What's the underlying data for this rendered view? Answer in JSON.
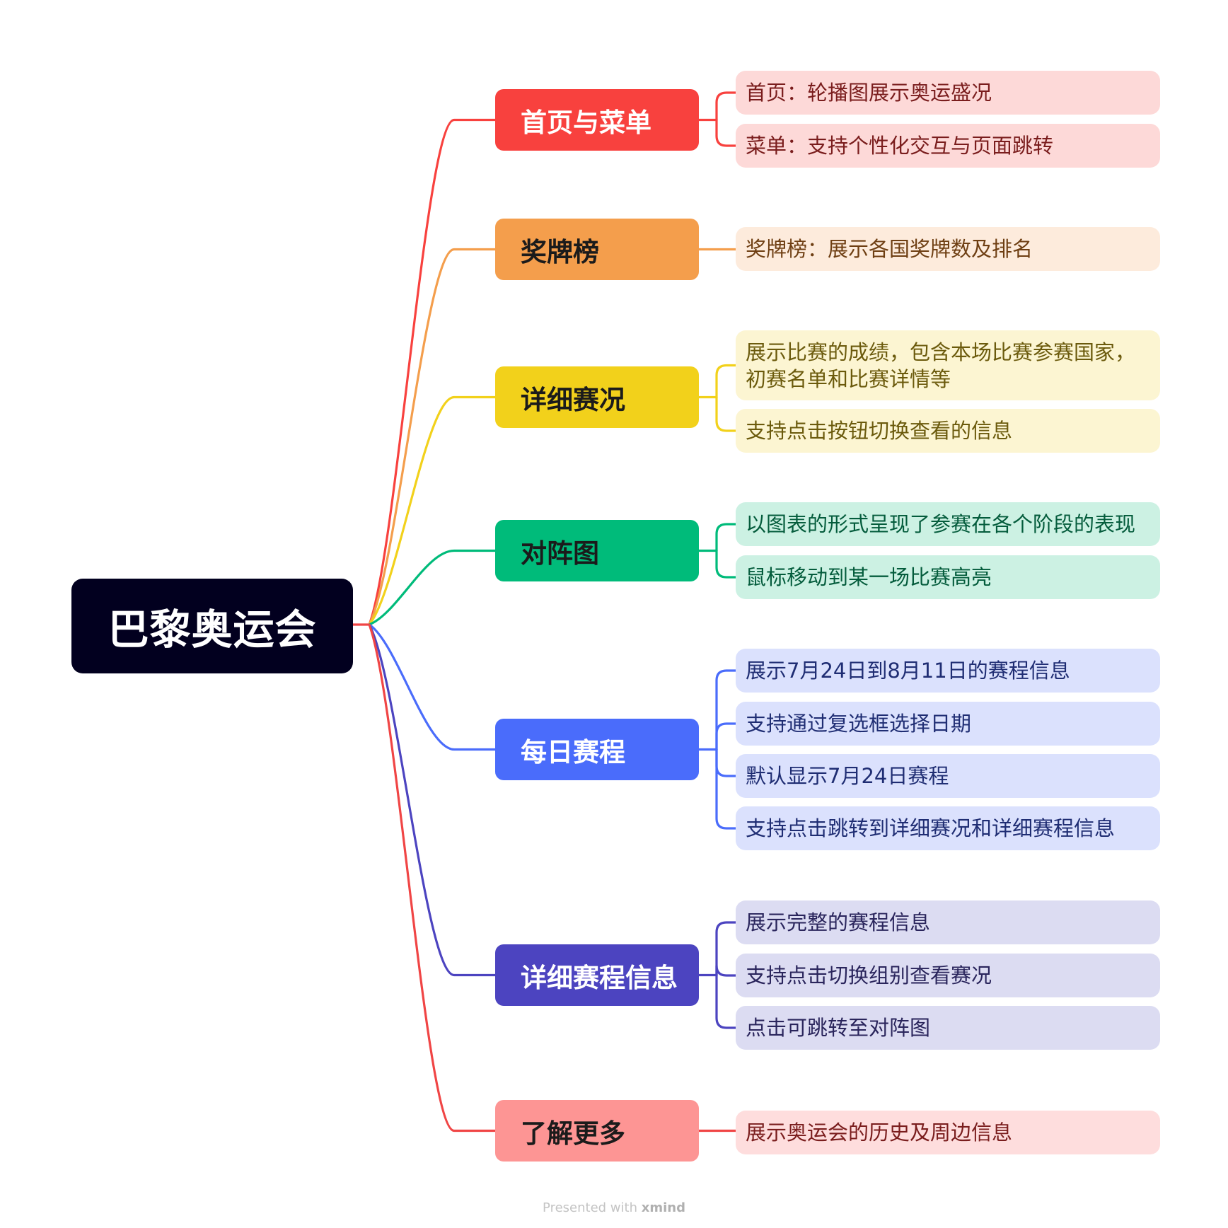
{
  "root": {
    "label": "巴黎奥运会",
    "color": "#02001f"
  },
  "branches": [
    {
      "label": "首页与菜单",
      "color": "#f8413e",
      "text_color": "#ffffff",
      "leaf_bg": "#fdd9d8",
      "leaf_text": "#7a1d1d",
      "leaves": [
        "首页：轮播图展示奥运盛况",
        "菜单：支持个性化交互与页面跳转"
      ]
    },
    {
      "label": "奖牌榜",
      "color": "#f49e4c",
      "text_color": "#1b1b1b",
      "leaf_bg": "#fdebdc",
      "leaf_text": "#6e3e12",
      "leaves": [
        "奖牌榜：展示各国奖牌数及排名"
      ]
    },
    {
      "label": "详细赛况",
      "color": "#f2d11b",
      "text_color": "#1b1b1b",
      "leaf_bg": "#fcf5d2",
      "leaf_text": "#6b5a0c",
      "leaves": [
        "展示比赛的成绩，包含本场比赛参赛国家，初赛名单和比赛详情等",
        "支持点击按钮切换查看的信息"
      ]
    },
    {
      "label": "对阵图",
      "color": "#00bb7a",
      "text_color": "#1b1b1b",
      "leaf_bg": "#ccf1e3",
      "leaf_text": "#045c3c",
      "leaves": [
        "以图表的形式呈现了参赛在各个阶段的表现",
        "鼠标移动到某一场比赛高亮"
      ]
    },
    {
      "label": "每日赛程",
      "color": "#4a6cfb",
      "text_color": "#ffffff",
      "leaf_bg": "#dbe1fd",
      "leaf_text": "#1f2d73",
      "leaves": [
        "展示7月24日到8月11日的赛程信息",
        "支持通过复选框选择日期",
        "默认显示7月24日赛程",
        "支持点击跳转到详细赛况和详细赛程信息"
      ]
    },
    {
      "label": "详细赛程信息",
      "color": "#4c44c0",
      "text_color": "#ffffff",
      "leaf_bg": "#dcdcf2",
      "leaf_text": "#2a255c",
      "leaves": [
        "展示完整的赛程信息",
        "支持点击切换组别查看赛况",
        "点击可跳转至对阵图"
      ]
    },
    {
      "label": "了解更多",
      "color": "#fd9594",
      "text_color": "#1b1b1b",
      "leaf_bg": "#fedddd",
      "leaf_text": "#7a1d1d",
      "line_color": "#f04545",
      "leaves": [
        "展示奥运会的历史及周边信息"
      ]
    }
  ],
  "footer": {
    "prefix": "Presented with",
    "brand": "xmind"
  }
}
